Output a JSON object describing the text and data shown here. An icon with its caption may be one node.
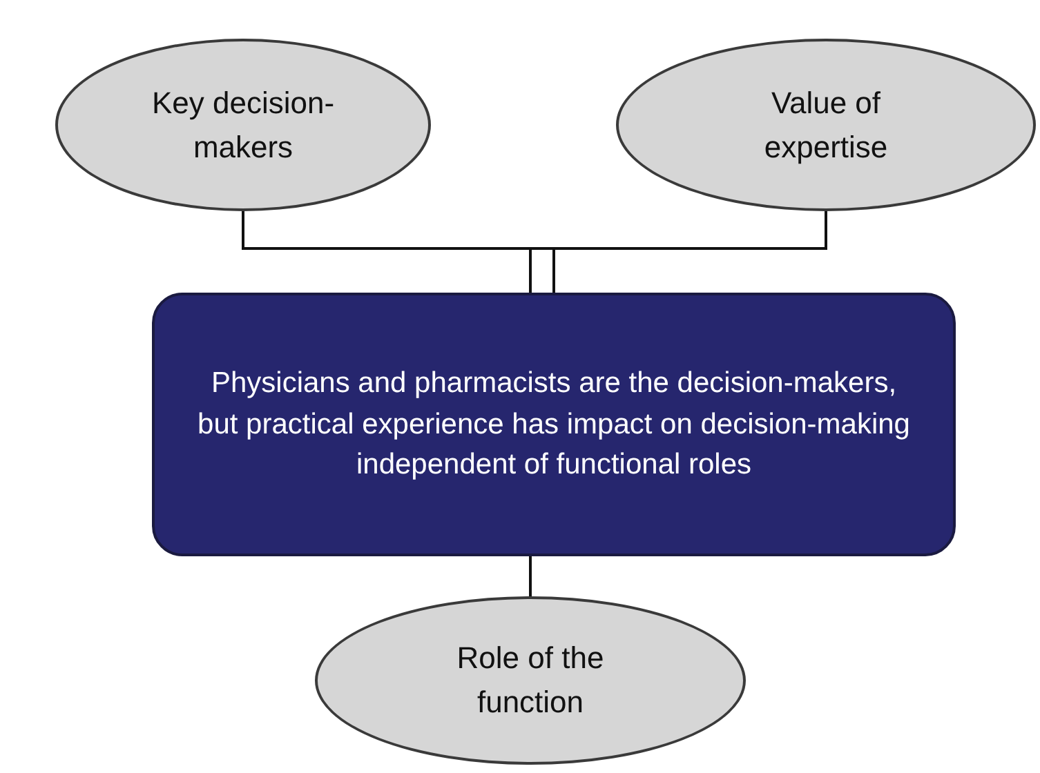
{
  "diagram": {
    "nodes": [
      {
        "text": [
          "Key decision-makers"
        ]
      },
      {
        "text": [
          "Value of expertise"
        ]
      },
      {
        "text": [
          "Physicians and pharmacists are the decision-makers, but practical experience has impact on decision-making independent of functional roles"
        ]
      },
      {
        "text": [
          "Role of the function"
        ]
      }
    ],
    "edges": [
      {
        "from": 0,
        "to": 2,
        "arrow": "none"
      },
      {
        "from": 1,
        "to": 2,
        "arrow": "none"
      },
      {
        "from": 2,
        "to": 3,
        "arrow": "none"
      }
    ]
  }
}
